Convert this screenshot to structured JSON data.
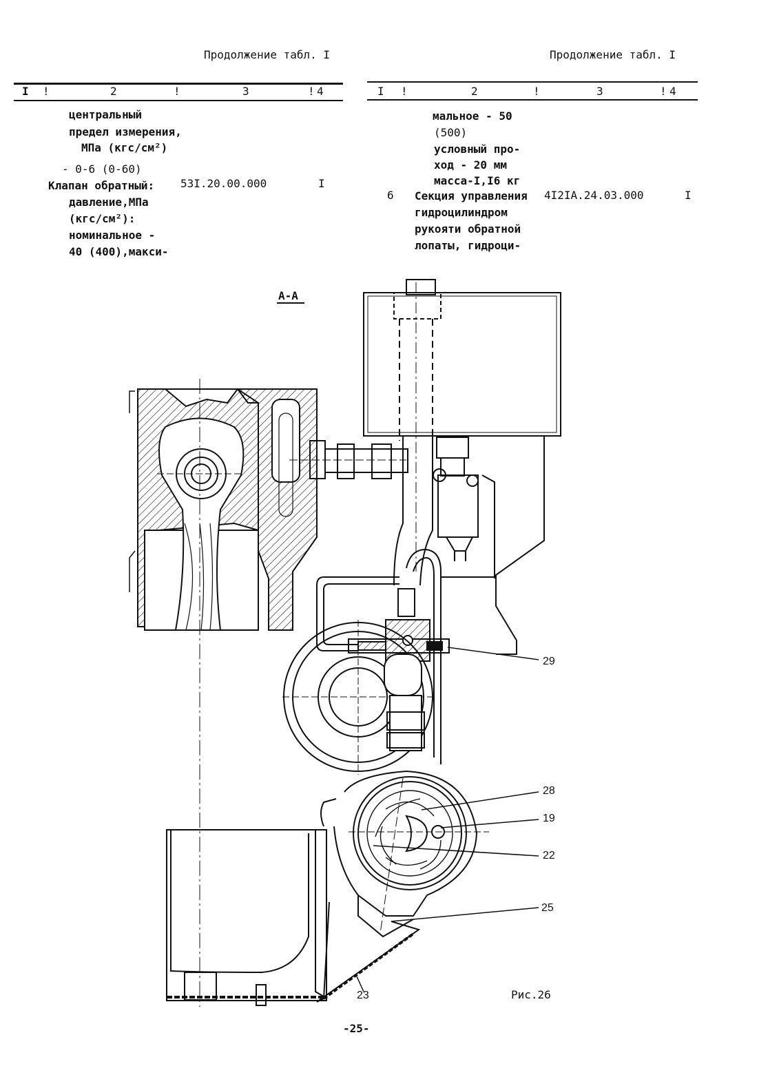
{
  "left": {
    "continuation": "Продолжение табл. I",
    "cols": [
      "I",
      "2",
      "3",
      "4"
    ],
    "lines": [
      "центральный",
      "предел измерения,",
      "МПа (кгс/см²)",
      "- 0-6 (0-60)",
      "Клапан обратный:",
      "давление,МПа",
      "(кгс/см²):",
      "номинальное -",
      "40 (400),макси-"
    ],
    "code": "53I.20.00.000",
    "qty": "I"
  },
  "right": {
    "continuation": "Продолжение табл. I",
    "cols": [
      "I",
      "2",
      "3",
      "4"
    ],
    "lines": [
      "мальное - 50",
      "(500)",
      "условный про-",
      "ход - 20 мм",
      "масса-I,I6 кг",
      "Секция управления",
      "гидроцилиндром",
      "рукояти обратной",
      "лопаты, гидроци-"
    ],
    "num": "6",
    "code": "4I2IA.24.03.000",
    "qty": "I"
  },
  "figure": {
    "section": "А-А",
    "callouts": [
      "29",
      "28",
      "19",
      "22",
      "25",
      "23"
    ],
    "caption": "Рис.26"
  },
  "page_number": "-25-"
}
